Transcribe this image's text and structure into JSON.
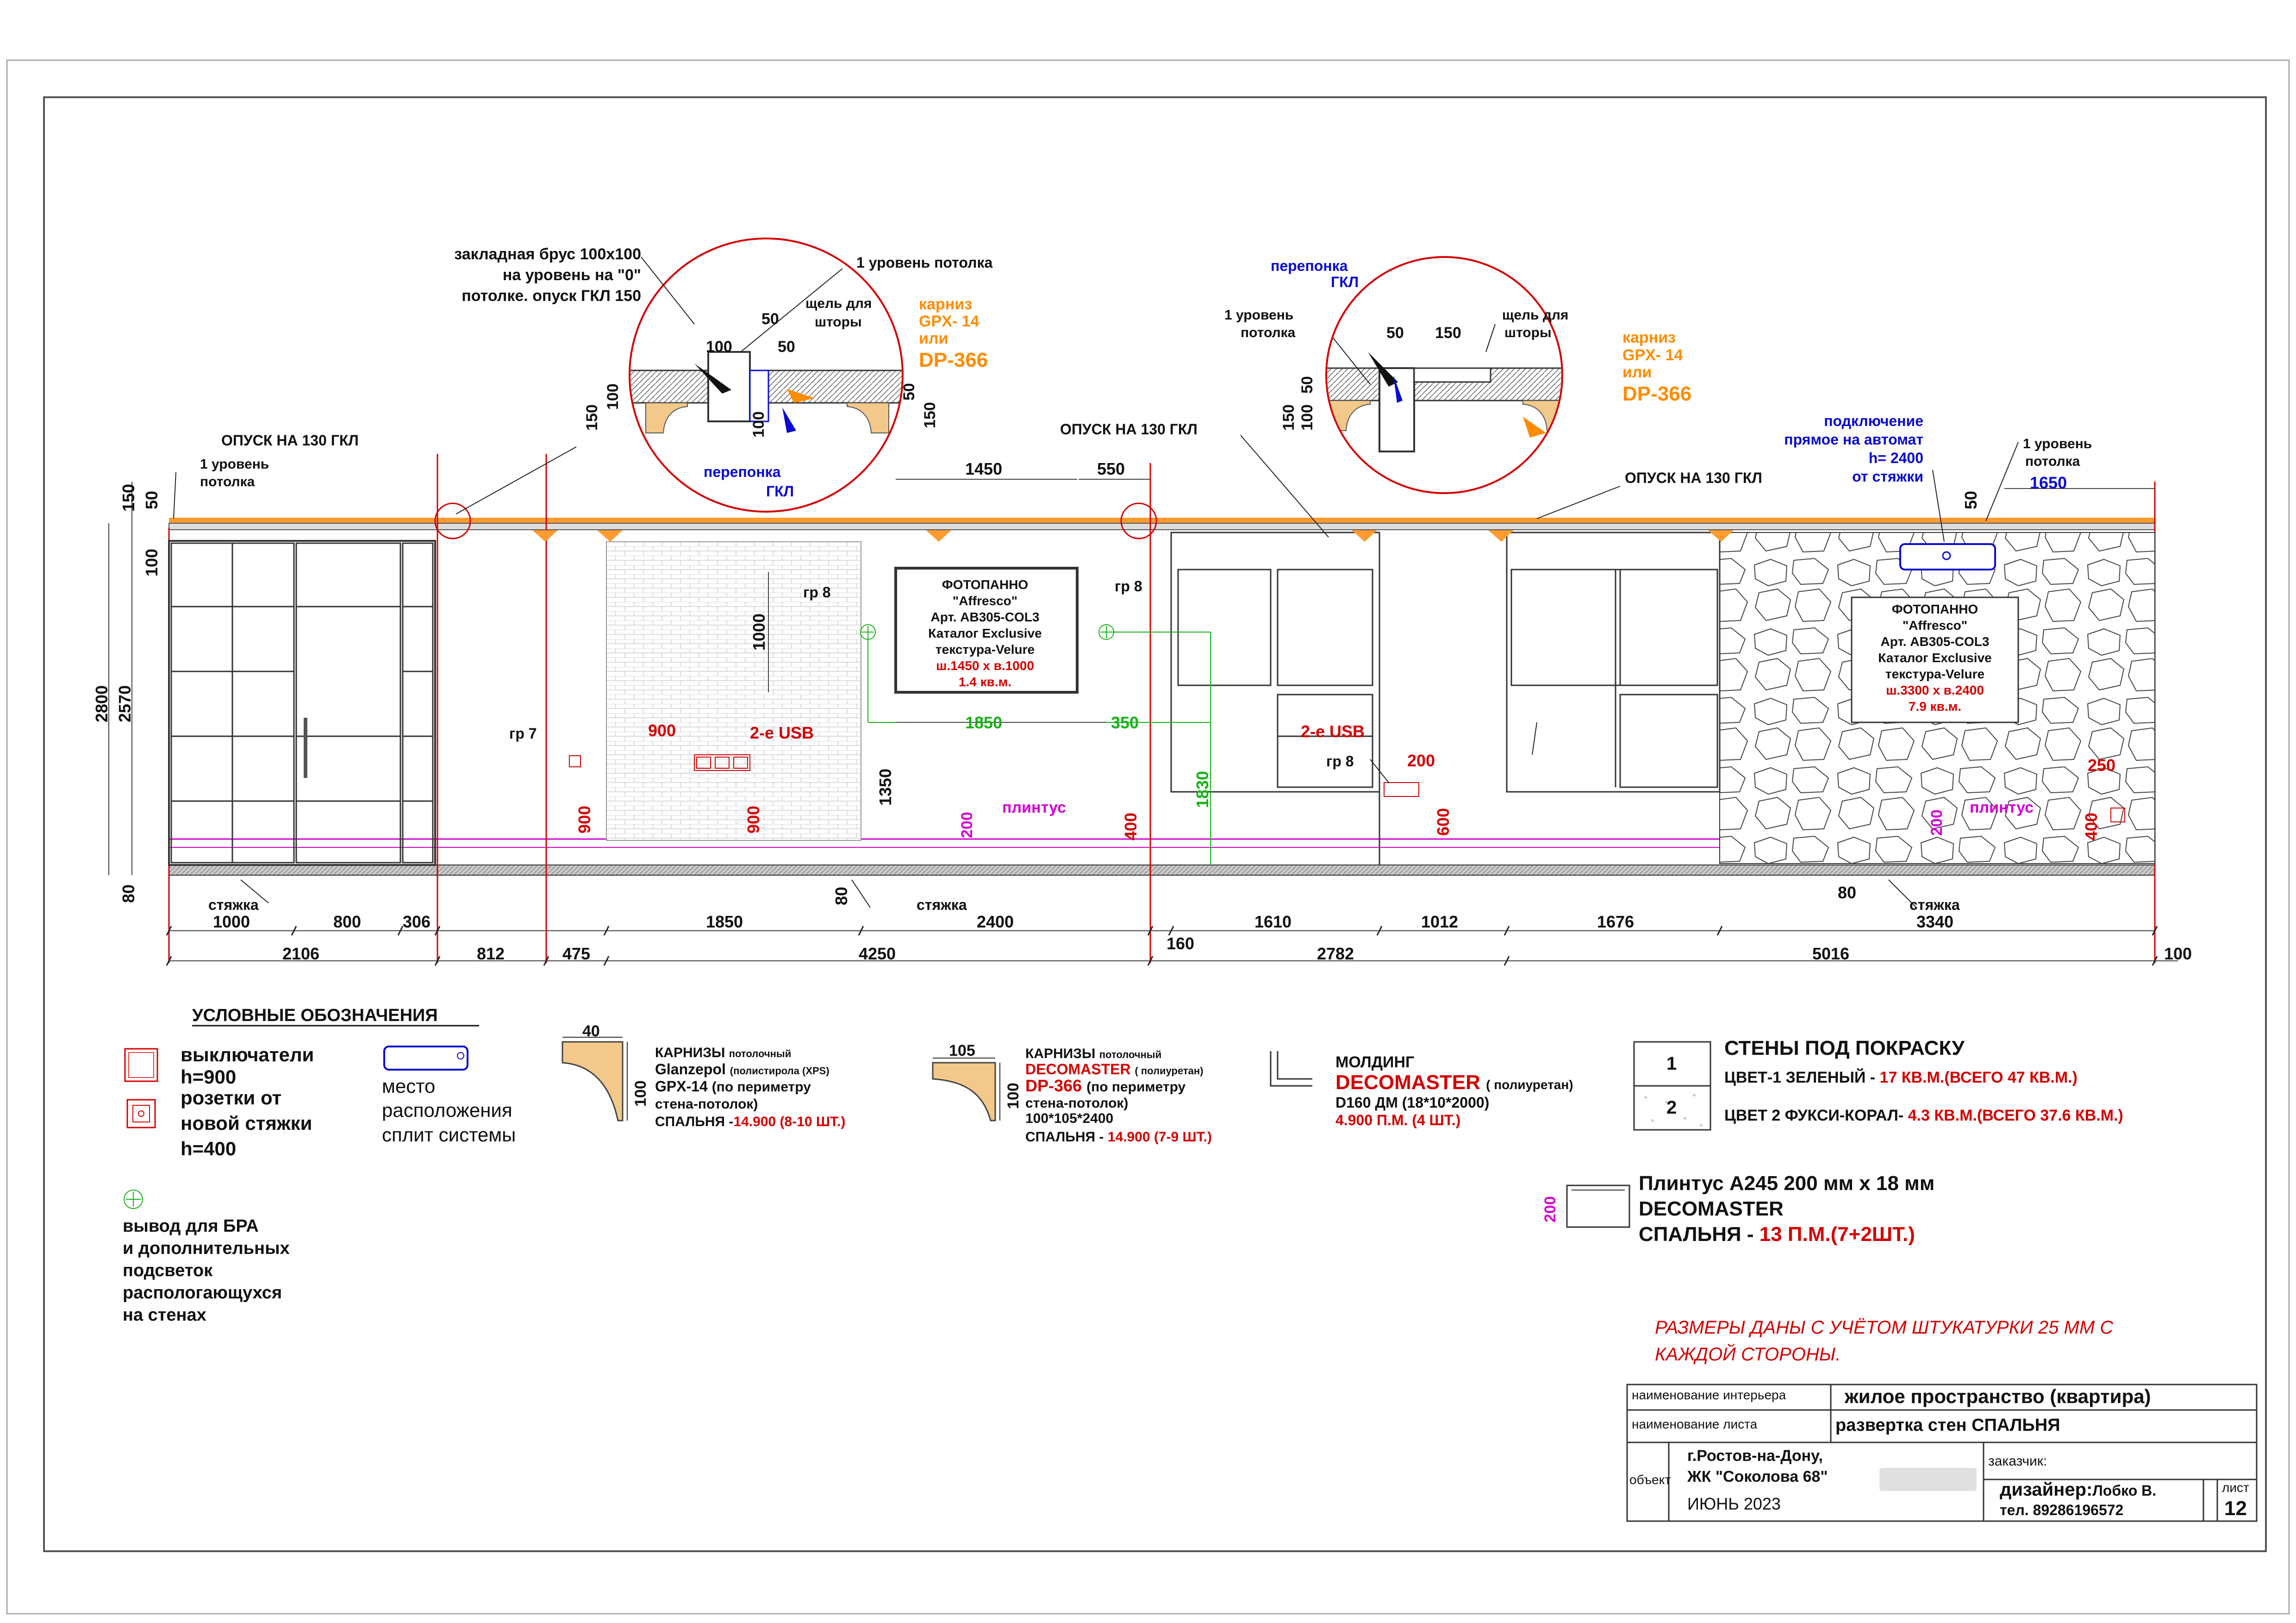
{
  "callouts": {
    "zakladnaya1": "закладная брус 100х100",
    "zakladnaya2": "на уровень на \"0\"",
    "zakladnaya3": "потолке. опуск ГКЛ 150",
    "level1_top": "1 уровень потолка",
    "shchel1": "щель для",
    "shchel2": "шторы",
    "karniz_label": "карниз",
    "karniz_gpx": "GPX- 14",
    "karniz_or": "или",
    "karniz_dp": "DP-366",
    "pereponka": "перепонка",
    "gkl": "ГКЛ",
    "opusk": "ОПУСК НА 130 ГКЛ",
    "level1_a": "1 уровень",
    "level1_b": "потолка",
    "podkl1": "подключение",
    "podkl2": "прямое на автомат",
    "podkl3": "h= 2400",
    "podkl4": "от стяжки",
    "styazhka": "стяжка",
    "plintus": "плинтус",
    "usb": "2-е USB",
    "gr7": "гр 7",
    "gr8": "гр 8"
  },
  "panels": {
    "p1": [
      "ФОТОПАННО",
      "\"Affresco\"",
      "Арт. AB305-COL3",
      "Каталог Exclusive",
      "текстура-Velure"
    ],
    "p1_size": "ш.1450 х в.1000",
    "p1_area": "1.4 кв.м.",
    "p2": [
      "ФОТОПАННО",
      "\"Affresco\"",
      "Арт. AB305-COL3",
      "Каталог Exclusive",
      "текстура-Velure"
    ],
    "p2_size": "ш.3300 х в.2400",
    "p2_area": "7.9 кв.м."
  },
  "dims": {
    "d2800": "2800",
    "d2570": "2570",
    "d150": "150",
    "d50": "50",
    "d100": "100",
    "d80": "80",
    "d1450": "1450",
    "d550": "550",
    "d1650": "1650",
    "d1000": "1000",
    "d1350": "1350",
    "d1850": "1850",
    "d350": "350",
    "d1830": "1830",
    "d900": "900",
    "d200": "200",
    "d400": "400",
    "d600": "600",
    "d250": "250",
    "row1": [
      "1000",
      "800",
      "306",
      "1850",
      "2400",
      "1610",
      "1012",
      "1676",
      "3340"
    ],
    "d160": "160",
    "row2": [
      "2106",
      "812",
      "475",
      "4250",
      "2782",
      "5016"
    ],
    "d100r": "100"
  },
  "legend": {
    "heading": "УСЛОВНЫЕ ОБОЗНАЧЕНИЯ",
    "switches": [
      "выключатели",
      "h=900"
    ],
    "sockets": [
      "розетки от",
      "новой стяжки",
      "h=400"
    ],
    "split": [
      "место",
      "расположения",
      "сплит системы"
    ],
    "bra": [
      "вывод для БРА",
      "и дополнительных",
      "подсветок",
      "распологающухся",
      "на стенах"
    ],
    "k1_dim_w": "40",
    "k1_dim_h": "100",
    "k1_title": "КАРНИЗЫ",
    "k1_title_small": "потолочный",
    "k1_brand": "Glanzepol",
    "k1_brand_small": "(полистирола (XPS)",
    "k1_model": "GPX-14",
    "k1_model_small": "(по периметру",
    "k1_desc": "стена-потолок)",
    "k1_room": "СПАЛЬНЯ -",
    "k1_price": "14.900 (8-10 ШТ.)",
    "k2_dim_w": "105",
    "k2_dim_h": "100",
    "k2_title": "КАРНИЗЫ",
    "k2_title_small": "потолочный",
    "k2_brand": "DECOMASTER",
    "k2_brand_small": "( полиуретан)",
    "k2_model": "DP-366",
    "k2_model_small": "(по периметру",
    "k2_desc": "стена-потолок)",
    "k2_size": "100*105*2400",
    "k2_room": "СПАЛЬНЯ -",
    "k2_price": "14.900 (7-9 ШТ.)",
    "m_title": "МОЛДИНГ",
    "m_brand": "DECOMASTER",
    "m_brand_small": "( полиуретан)",
    "m_model": "D160 ДМ (18*10*2000)",
    "m_price": "4.900 П.М. (4 ШТ.)",
    "walls_title": "СТЕНЫ ПОД ПОКРАСКУ",
    "wall1_num": "1",
    "wall2_num": "2",
    "wall1_label": "ЦВЕТ-1 ЗЕЛЕНЫЙ -",
    "wall1_value": "17 КВ.М.(ВСЕГО 47 КВ.М.)",
    "wall2_label": "ЦВЕТ 2 ФУКСИ-КОРАЛ-",
    "wall2_value": "4.3 КВ.М.(ВСЕГО 37.6 КВ.М.)",
    "plinth_dim": "200",
    "plinth1": "Плинтус А245 200 мм х 18 мм",
    "plinth2": "DECOMASTER",
    "plinth3": "СПАЛЬНЯ -",
    "plinth3_value": "13 П.М.(7+2ШТ.)",
    "note1": "РАЗМЕРЫ ДАНЫ С УЧЁТОМ ШТУКАТУРКИ 25 ММ С",
    "note2": "КАЖДОЙ СТОРОНЫ."
  },
  "title_block": {
    "interior_label": "наименование интерьера",
    "interior_value": "жилое пространство (квартира)",
    "sheet_label": "наименование листа",
    "sheet_value": "развертка стен СПАЛЬНЯ",
    "object_label": "объект",
    "object_value1": "г.Ростов-на-Дону,",
    "object_value2": "ЖК \"Соколова 68\"",
    "date": "ИЮНЬ 2023",
    "client_label": "заказчик:",
    "designer_label": "дизайнер:",
    "designer_name": "Лобко В.",
    "phone": "тел. 89286196572",
    "sheet_no_label": "лист",
    "sheet_no": "12"
  },
  "colors": {
    "red": "#d40000",
    "blue": "#0a0ad2",
    "orange": "#ff8c00",
    "green": "#17b217",
    "magenta": "#d400d4",
    "cornice": "#f2c98a",
    "ceiling": "#ff9b2f"
  }
}
